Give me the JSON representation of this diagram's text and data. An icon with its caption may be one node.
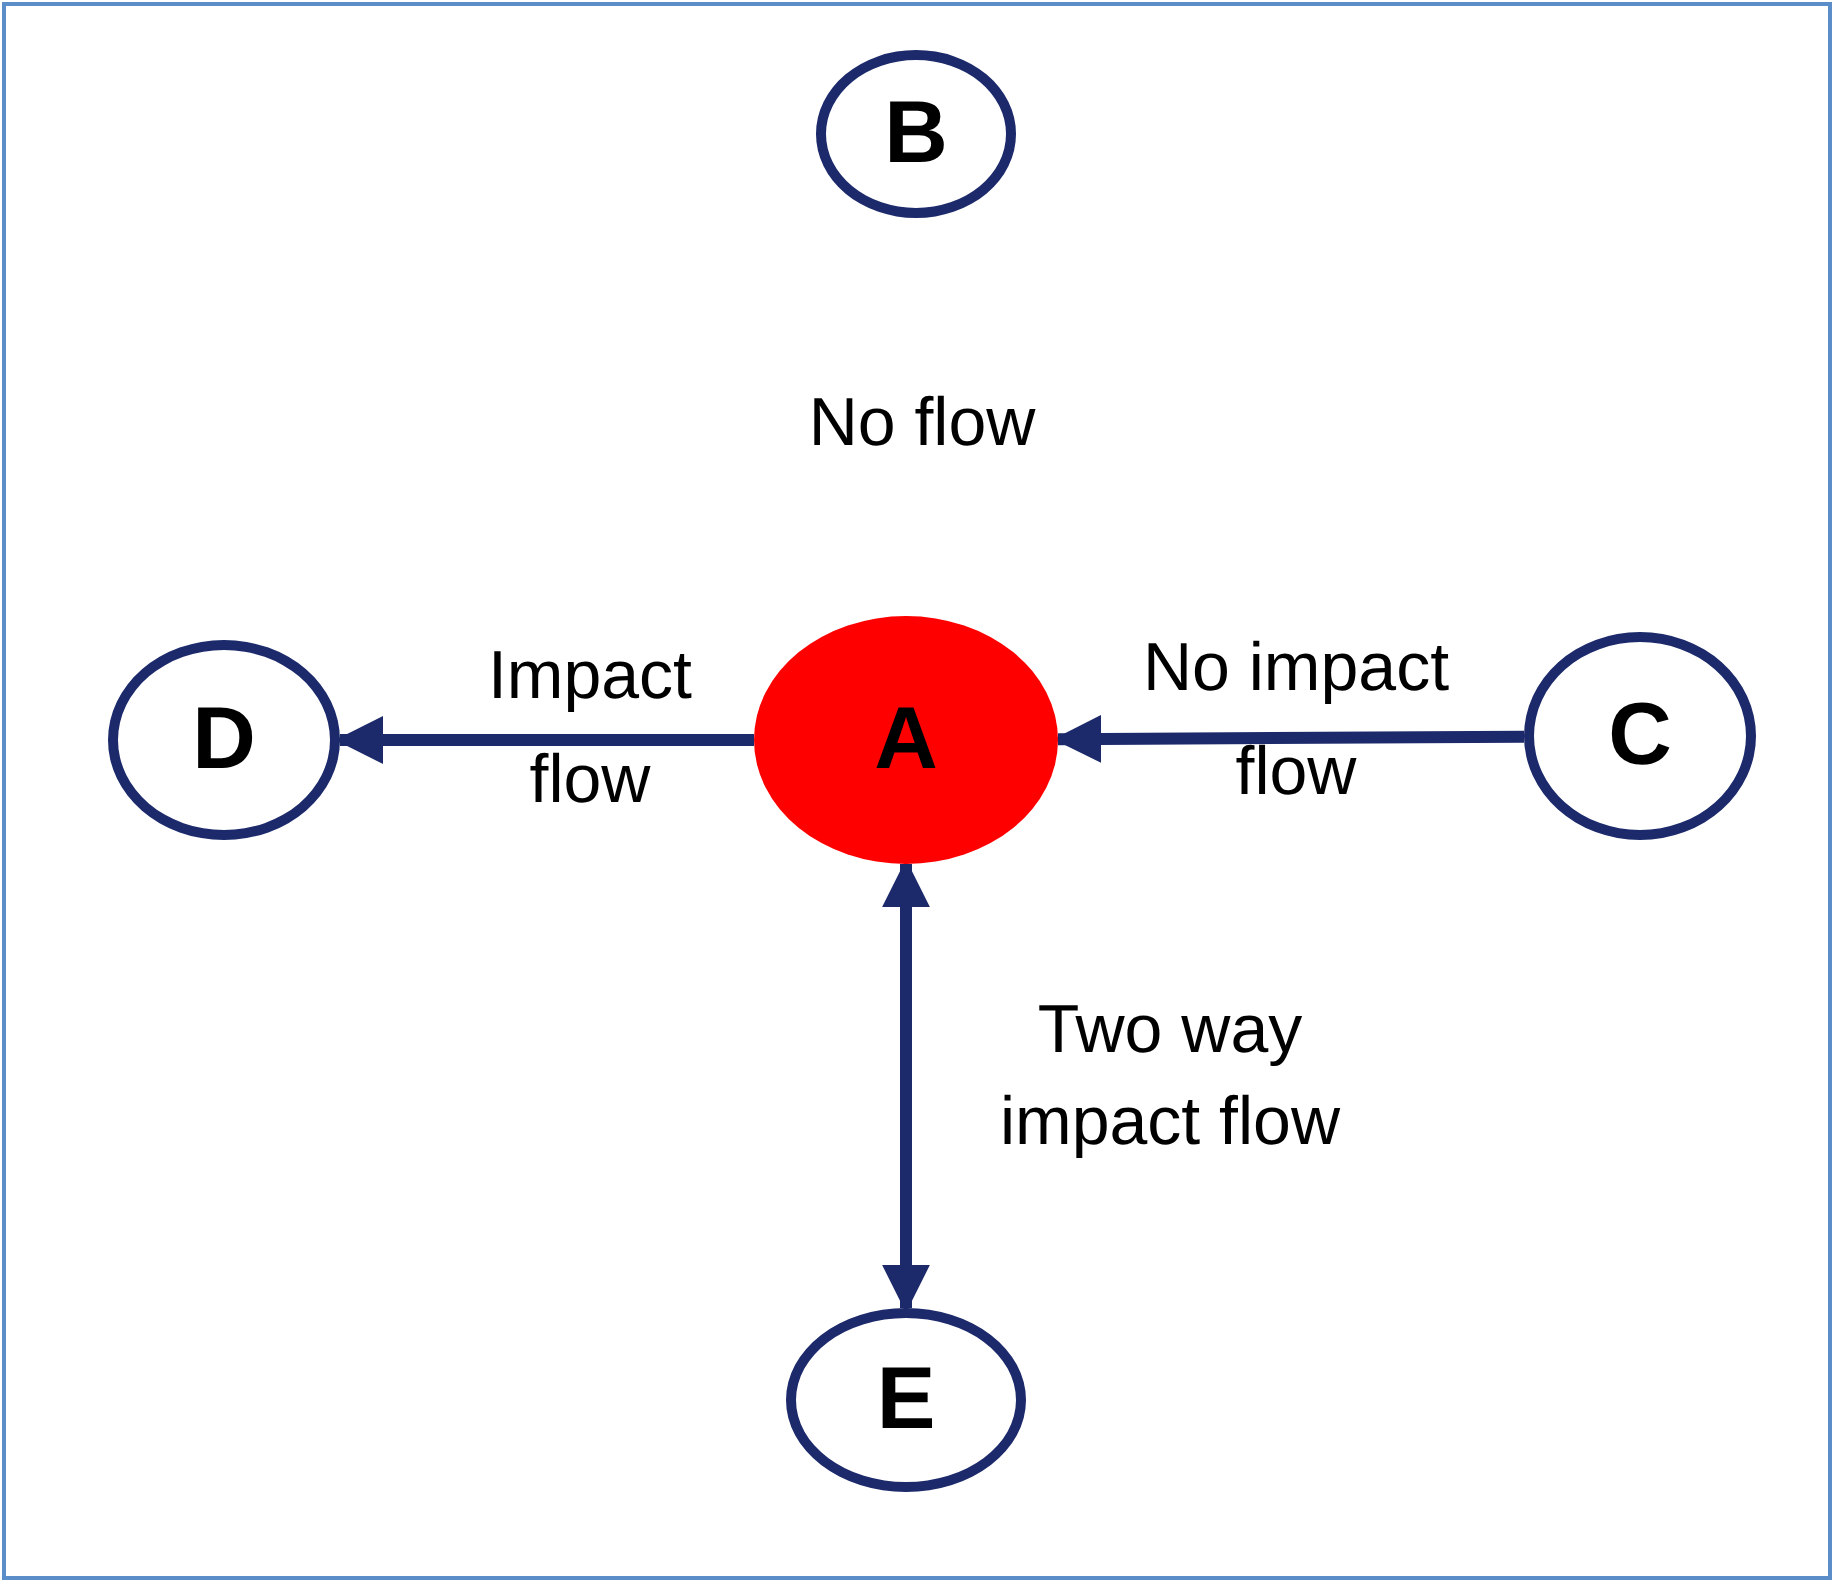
{
  "diagram": {
    "nodes": [
      {
        "text": [
          "A"
        ]
      },
      {
        "text": [
          "B"
        ]
      },
      {
        "text": [
          "C"
        ]
      },
      {
        "text": [
          "D"
        ]
      },
      {
        "text": [
          "E"
        ]
      }
    ],
    "edges": [
      {
        "from": 0,
        "to": 3,
        "arrow": "to",
        "label": "Impact flow"
      },
      {
        "from": 2,
        "to": 0,
        "arrow": "to",
        "label": "No impact flow"
      },
      {
        "from": 0,
        "to": 4,
        "arrow": "both",
        "label": "Two way impact flow"
      }
    ],
    "labels": [
      "No flow"
    ]
  }
}
